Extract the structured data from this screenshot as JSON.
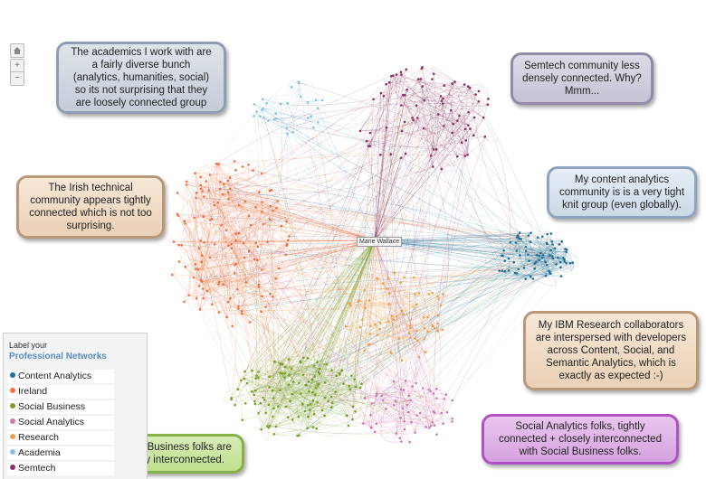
{
  "controls": {
    "home_icon": "home-icon",
    "zoom_in": "+",
    "zoom_out": "−"
  },
  "center_node": "Marie Wallace",
  "colors": {
    "content_analytics": "#1f6f99",
    "ireland": "#f07040",
    "social_business": "#7aa02a",
    "social_analytics": "#d07ab0",
    "research": "#f0a050",
    "academia": "#8cc0dc",
    "semtech": "#8a3060"
  },
  "callouts": {
    "academics": "The academics I work with are a fairly diverse bunch (analytics, humanities, social) so its not surprising that they are loosely connected group",
    "semtech": "Semtech community less densely connected. Why? Mmm...",
    "irish": "The Irish technical community appears tightly connected which is not too surprising.",
    "content": "My content analytics community is is a very tight knit group (even globally).",
    "research": "My IBM Research collaborators are interspersed with developers across Content, Social, and Semantic Analytics, which is exactly as expected :-)",
    "social_analytics": "Social Analytics folks, tightly connected + closely interconnected with Social Business folks.",
    "social_business": "Social Business folks are tightly interconnected."
  },
  "legend": {
    "heading1": "Label your",
    "heading2": "Professional Networks",
    "items": [
      {
        "label": "Content Analytics",
        "color": "#1f6f99"
      },
      {
        "label": "Ireland",
        "color": "#f07040"
      },
      {
        "label": "Social Business",
        "color": "#7aa02a"
      },
      {
        "label": "Social Analytics",
        "color": "#d07ab0"
      },
      {
        "label": "Research",
        "color": "#f0a050"
      },
      {
        "label": "Academia",
        "color": "#8cc0dc"
      },
      {
        "label": "Semtech",
        "color": "#8a3060"
      }
    ]
  }
}
